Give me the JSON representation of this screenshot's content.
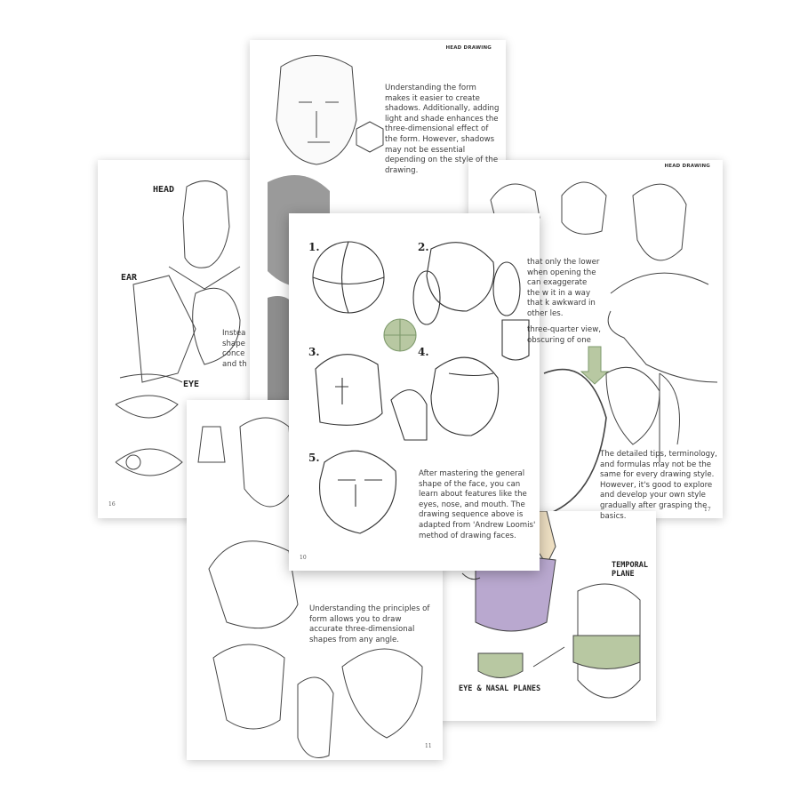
{
  "pages": {
    "top": {
      "header": "HEAD DRAWING",
      "text": "Understanding the form makes it easier to create shadows. Additionally, adding light and shade enhances the three-dimensional effect of the form. However, shadows may not be essential depending on the style of the drawing."
    },
    "left": {
      "labels": {
        "head": "HEAD",
        "ear": "EAR",
        "eye": "EYE"
      },
      "text_fragment": "Instea shape conce and th",
      "page_number": "16"
    },
    "right": {
      "header": "HEAD DRAWING",
      "text_fragment_1": "that only the lower when opening the can exaggerate the w it in a way that k awkward in other les.",
      "text_fragment_2": "three-quarter view, obscuring of one",
      "text": "The detailed tips, terminology, and formulas may not be the same for every drawing style. However, it's good to explore and develop your own style gradually after grasping the basics.",
      "page_number": "17"
    },
    "center": {
      "steps": [
        "1.",
        "2.",
        "3.",
        "4.",
        "5."
      ],
      "text": "After mastering the general shape of the face, you can learn about features like the eyes, nose, and mouth. The drawing sequence above is adapted from 'Andrew Loomis' method of drawing faces.",
      "page_number": "10",
      "accent_color": "#b7c9a5"
    },
    "bottom_left": {
      "text": "Understanding the principles of form allows you to draw accurate three-dimensional shapes from any angle.",
      "page_number": "11"
    },
    "bottom_right": {
      "labels": {
        "temporal": "TEMPORAL PLANE",
        "eye_nasal": "EYE & NASAL PLANES"
      },
      "colors": {
        "jaw": "#b9a8cf",
        "skull_green": "#b8c8a2",
        "skin": "#eedfc2"
      }
    }
  }
}
